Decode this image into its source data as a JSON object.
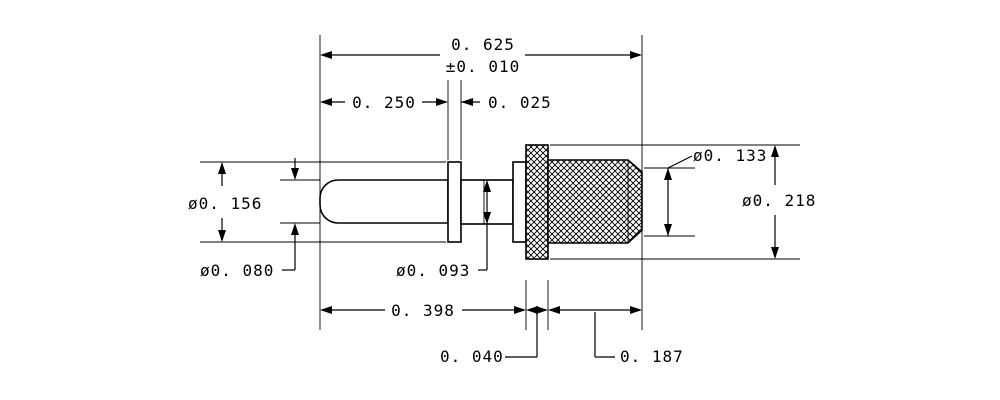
{
  "dimensions": {
    "overall_length": "0. 625",
    "overall_tolerance": "±0. 010",
    "tip_length": "0. 250",
    "collar_width": "0. 025",
    "tip_diameter": "ø0. 156",
    "pin_diameter": "ø0. 080",
    "neck_diameter": "ø0. 093",
    "front_length": "0. 398",
    "flange_width": "0. 040",
    "sleeve_length": "0. 187",
    "sleeve_end_diameter": "ø0. 133",
    "flange_diameter": "ø0. 218"
  },
  "colors": {
    "line": "#000000",
    "background": "#ffffff"
  }
}
